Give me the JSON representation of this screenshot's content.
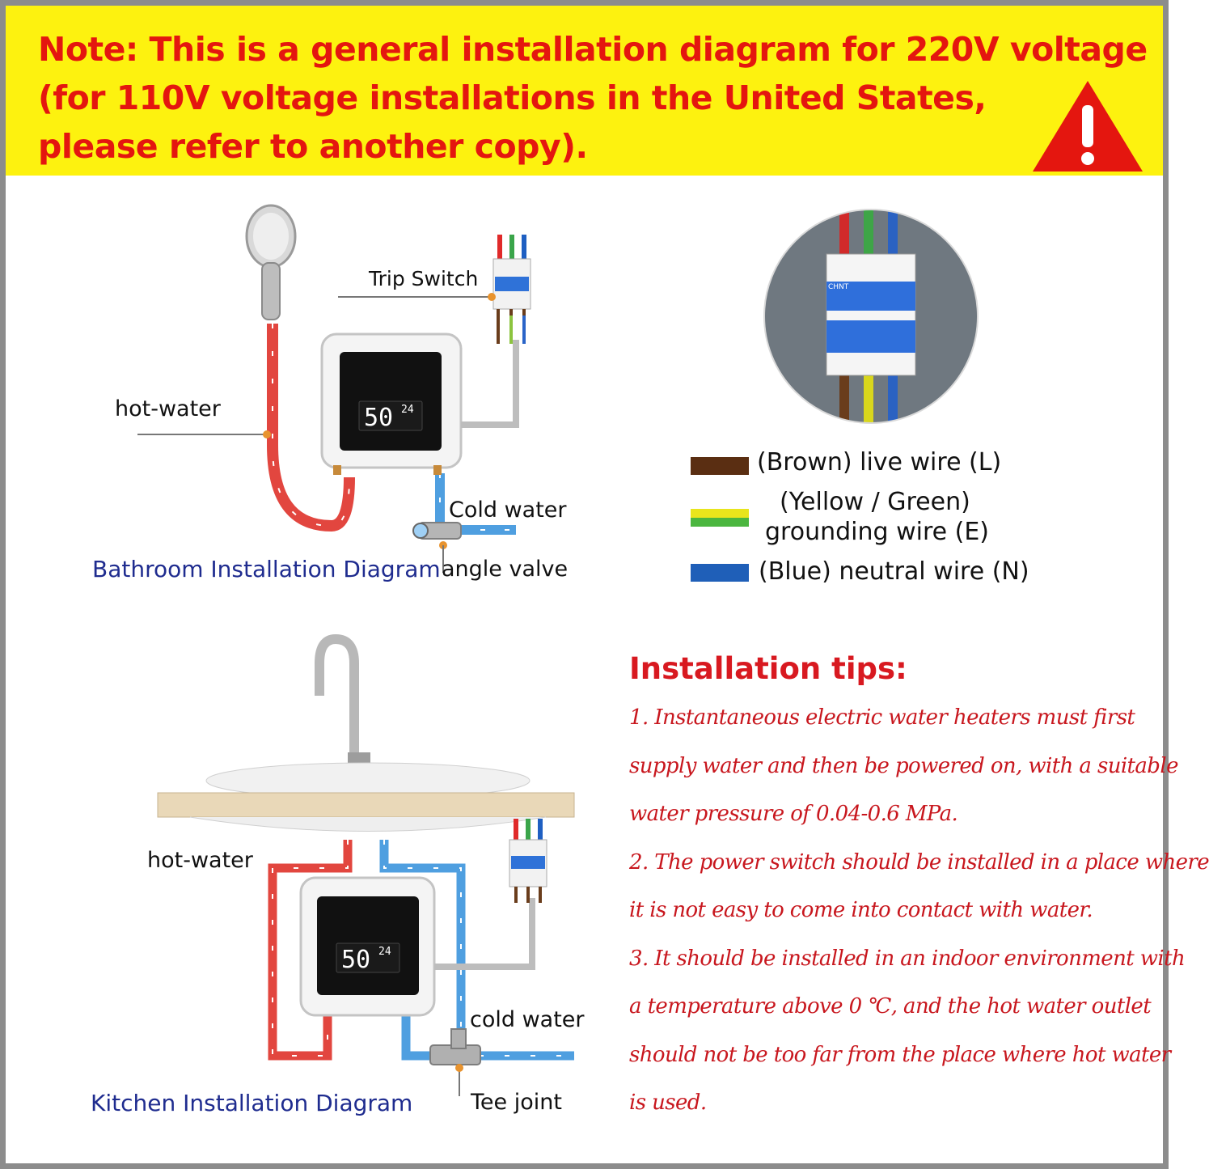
{
  "banner": {
    "lines": [
      "Note: This is a general installation diagram for 220V voltage",
      "(for 110V voltage installations in the United States,",
      "please refer to another copy)."
    ],
    "warning_icon": "warning-triangle-icon",
    "colors": {
      "background": "#fdf20f",
      "text": "#e4160f",
      "icon": "#e4160f"
    }
  },
  "bathroom": {
    "title": "Bathroom Installation Diagram",
    "labels": {
      "trip_switch": "Trip Switch",
      "hot_water": "hot-water",
      "cold_water": "Cold water",
      "angle_valve": "angle valve"
    }
  },
  "heater_display": {
    "temperature": "50",
    "small_reading": "24"
  },
  "breaker": {
    "brand": "CHNT"
  },
  "legend": [
    {
      "text": "(Brown) live wire (L)",
      "color": "#5a2e12"
    },
    {
      "text": "(Yellow / Green)",
      "color": "#e8e51c"
    },
    {
      "text": "grounding wire (E)",
      "color": "#4bb63f"
    },
    {
      "text": "(Blue) neutral wire (N)",
      "color": "#1f5fb8"
    }
  ],
  "kitchen": {
    "title": "Kitchen Installation Diagram",
    "labels": {
      "hot_water": "hot-water",
      "cold_water": "cold water",
      "tee_joint": "Tee joint"
    }
  },
  "tips": {
    "title": "Installation tips:",
    "lines": [
      "1. Instantaneous electric water heaters must first",
      "supply water and then be powered on, with a suitable",
      "water pressure of 0.04-0.6 MPa.",
      "2. The power switch should be installed in a place where",
      "it is not easy to come into contact with water.",
      "3. It should be installed in an indoor environment with",
      "a temperature above 0 ℃, and the hot water outlet",
      "should not be too far from the place where hot water",
      "is used."
    ]
  }
}
